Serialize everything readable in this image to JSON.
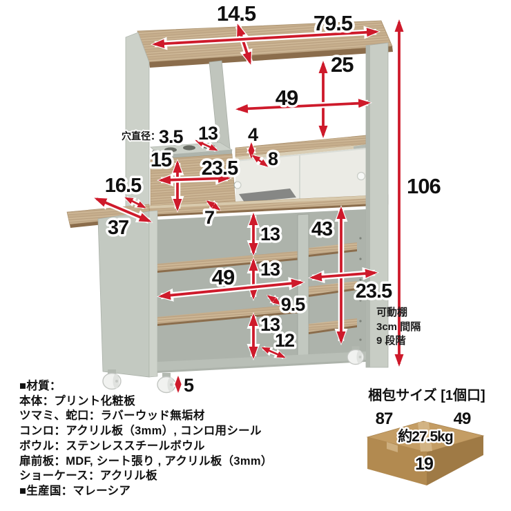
{
  "diagram": {
    "dims": {
      "roof_depth": "14.5",
      "roof_width": "79.5",
      "upper_height": "25",
      "upper_width": "49",
      "total_height": "106",
      "hole_prefix": "穴直径：",
      "hole_diameter": "3.5",
      "hole_shelf_depth": "13",
      "rail_gap": "4",
      "rail_depth": "8",
      "cubby_height": "15",
      "cubby_width": "23.5",
      "side_table_depth": "16.5",
      "side_table_length": "37",
      "counter_edge": "7",
      "gap_top": "13",
      "gap_middle": "13",
      "lower_width": "49",
      "shelf_depth": "9.5",
      "gap_bottom": "13",
      "base_depth": "12",
      "right_height": "43",
      "right_width": "23.5",
      "caster_height": "5"
    },
    "movable_note": {
      "line1": "可動棚",
      "line2": "3cm 間隔",
      "line3": "9 段階"
    }
  },
  "materials": {
    "lines": [
      "■材質：",
      "本体：プリント化粧板",
      "ツマミ、蛇口：ラバーウッド無垢材",
      "コンロ：アクリル板（3mm）, コンロ用シール",
      "ボウル：ステンレススチールボウル",
      "扉前板：MDF, シート張り , アクリル板（3mm）",
      "ショーケース：アクリル板",
      "■生産国：マレーシア"
    ]
  },
  "package": {
    "title": "梱包サイズ [1個口]",
    "width": "87",
    "depth": "49",
    "height": "19",
    "weight": "約27.5kg"
  },
  "colors": {
    "arrow_red": "#ce1a2b",
    "body_gray": "#c5cac2",
    "wood_tan": "#c6ae8c",
    "edge_brown": "#8b6d4c",
    "box_top": "#c49d64",
    "box_front": "#b28a50",
    "box_side": "#9f7a45"
  }
}
